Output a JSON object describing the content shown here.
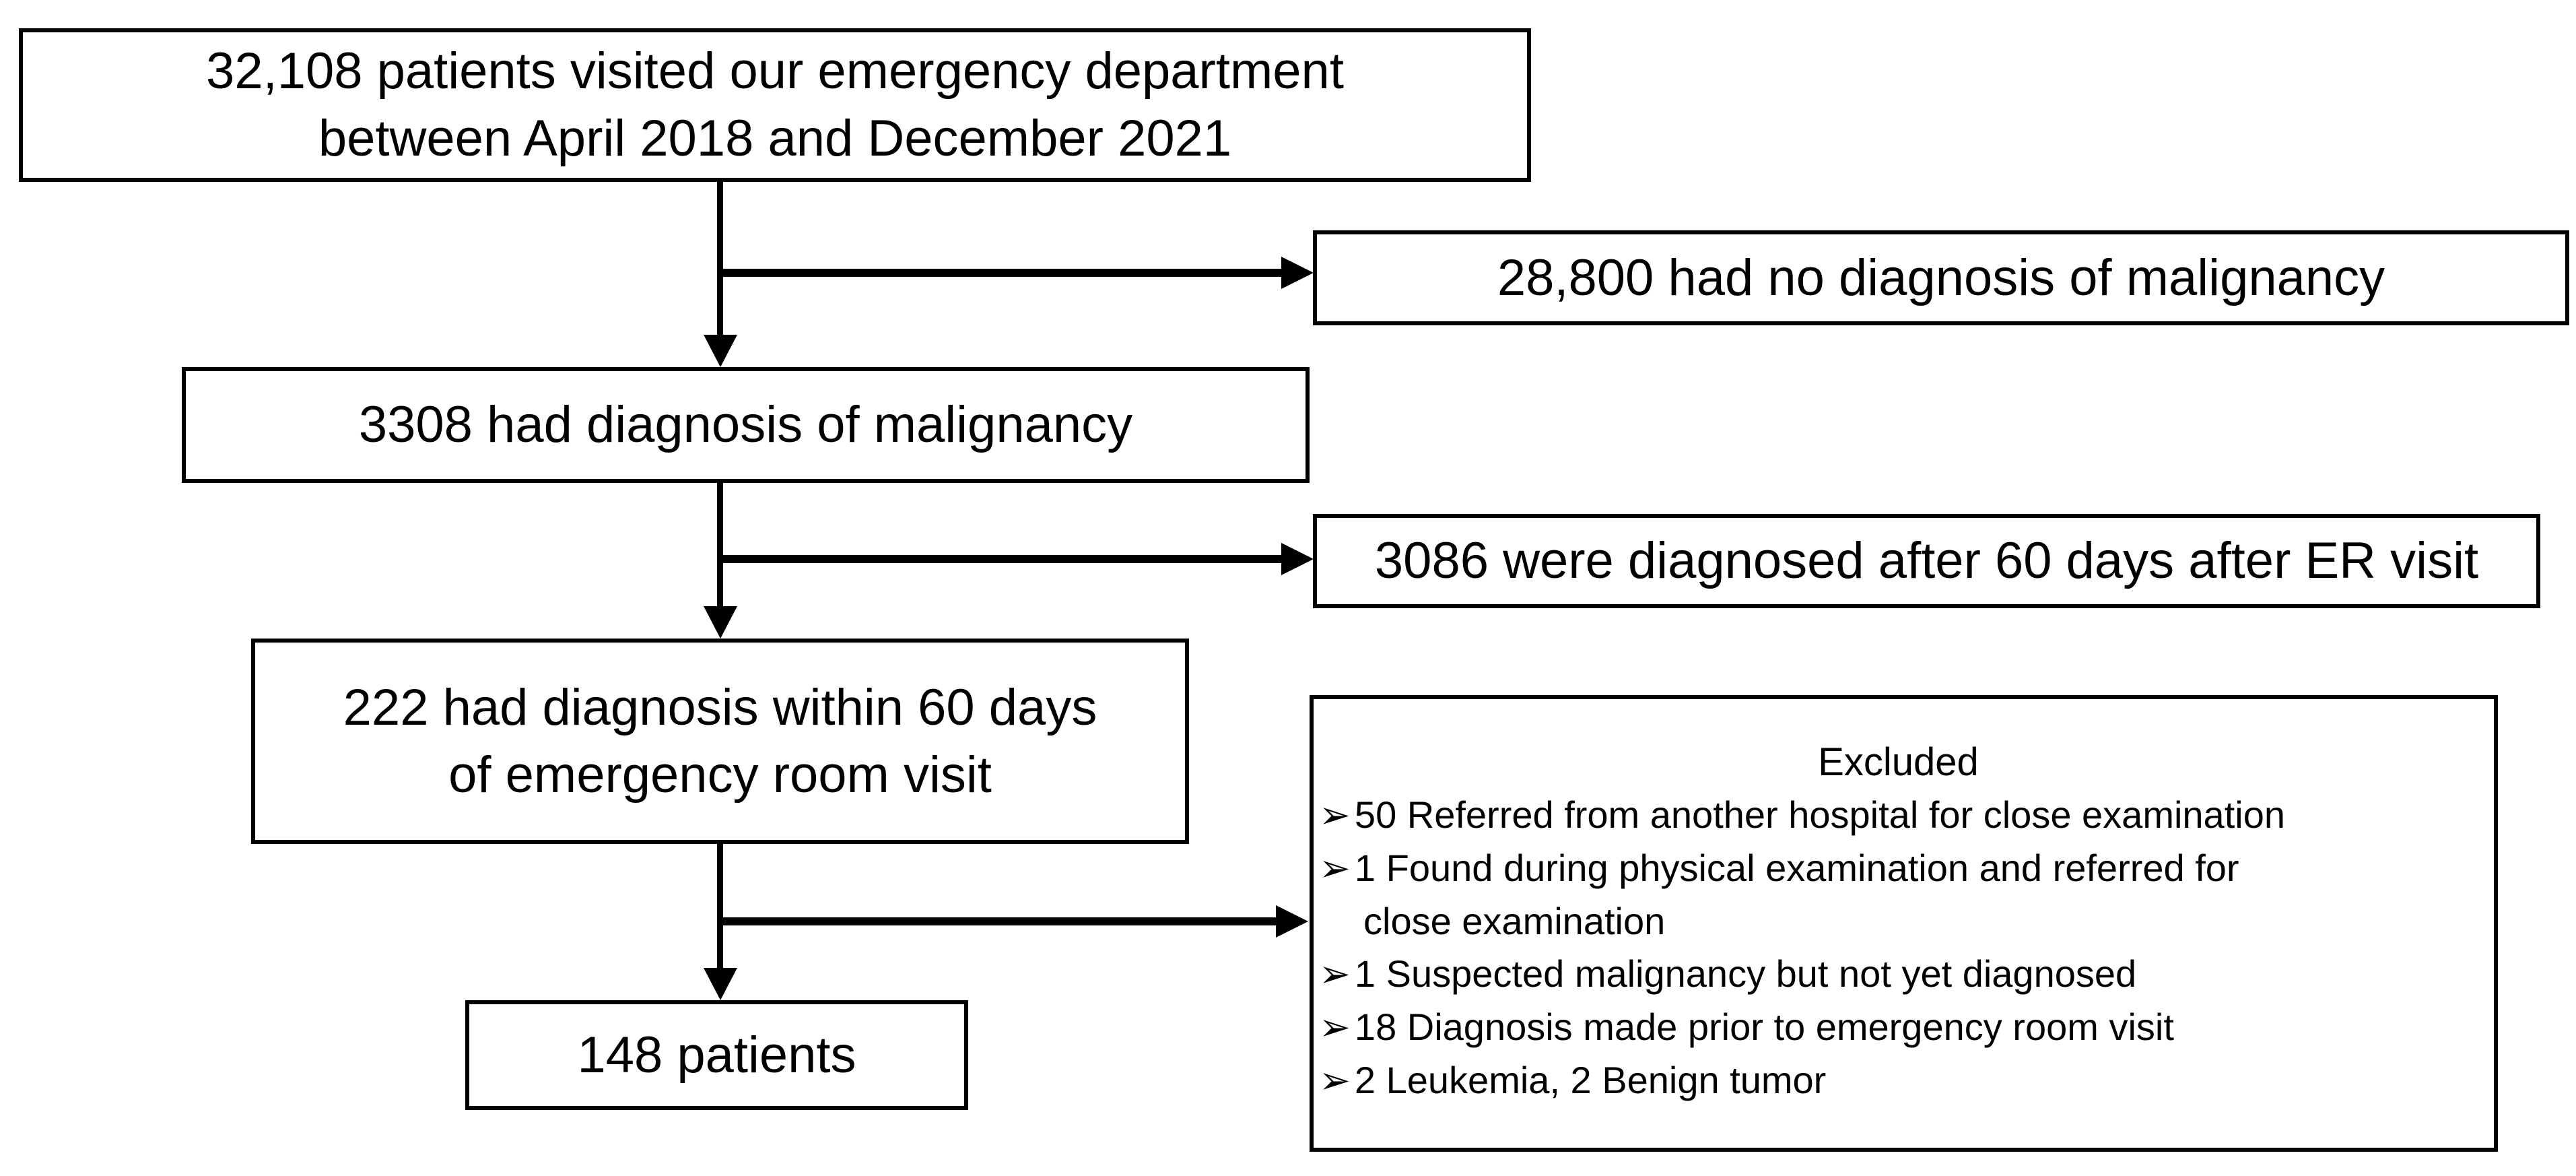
{
  "colors": {
    "ink": "#000000",
    "background": "#ffffff"
  },
  "flowchart": {
    "box_total": {
      "lines": [
        "32,108 patients visited our emergency department",
        "between April 2018 and December 2021"
      ]
    },
    "box_no_malignancy": {
      "text": "28,800 had no diagnosis of malignancy"
    },
    "box_malignancy": {
      "text": "3308 had diagnosis of malignancy"
    },
    "box_diagnosed_after_60": {
      "text": "3086 were diagnosed after 60 days after ER visit"
    },
    "box_within_60": {
      "lines": [
        "222 had diagnosis within 60 days",
        "of emergency room visit"
      ]
    },
    "box_excluded": {
      "title": "Excluded",
      "bullet": "➢",
      "items": [
        {
          "lines": [
            "50 Referred from another hospital for close examination"
          ]
        },
        {
          "lines": [
            "1 Found during physical examination and referred for",
            "close examination"
          ]
        },
        {
          "lines": [
            "1 Suspected malignancy but not yet diagnosed"
          ]
        },
        {
          "lines": [
            "18 Diagnosis made prior to emergency room visit"
          ]
        },
        {
          "lines": [
            "2 Leukemia, 2 Benign tumor"
          ]
        }
      ]
    },
    "box_final": {
      "text": "148 patients"
    }
  }
}
